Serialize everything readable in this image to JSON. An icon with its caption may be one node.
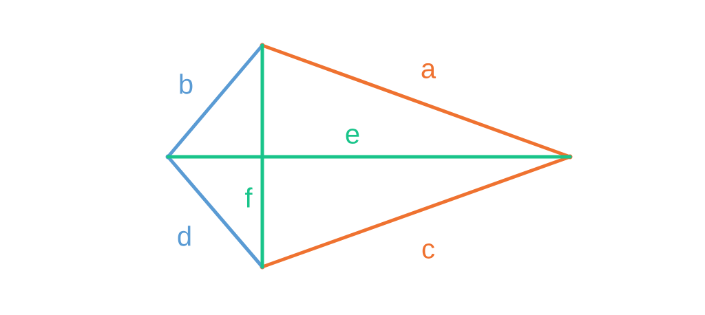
{
  "diagram": {
    "nodes": [
      {
        "text": [],
        "shape": "point"
      },
      {
        "text": [],
        "shape": "point"
      },
      {
        "text": [],
        "shape": "point"
      },
      {
        "text": [],
        "shape": "point"
      }
    ],
    "edges": [
      {
        "from": 0,
        "to": 2,
        "arrow": "none",
        "label": "a",
        "color": "#ef7230"
      },
      {
        "from": 1,
        "to": 0,
        "arrow": "none",
        "label": "b",
        "color": "#5a9bd4"
      },
      {
        "from": 3,
        "to": 2,
        "arrow": "none",
        "label": "c",
        "color": "#ef7230"
      },
      {
        "from": 1,
        "to": 3,
        "arrow": "none",
        "label": "d",
        "color": "#5a9bd4"
      },
      {
        "from": 1,
        "to": 2,
        "arrow": "none",
        "label": "e",
        "color": "#19c48a"
      },
      {
        "from": 0,
        "to": 3,
        "arrow": "none",
        "label": "f",
        "color": "#19c48a"
      }
    ]
  }
}
